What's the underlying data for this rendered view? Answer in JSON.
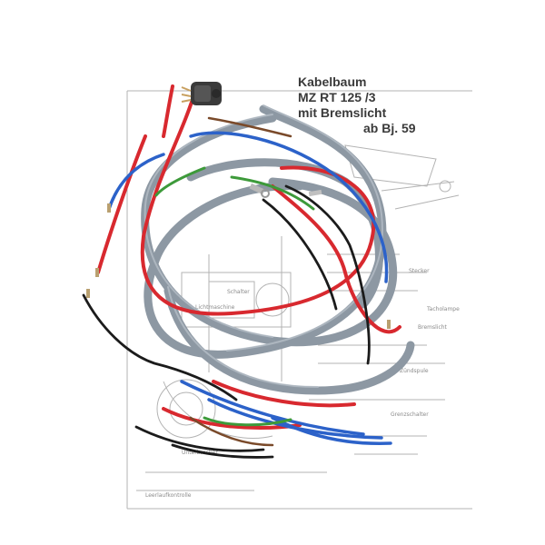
{
  "caption": {
    "line1": "Kabelbaum",
    "line2": "MZ RT 125    /3",
    "line3": "mit Bremslicht",
    "line4": "ab Bj. 59"
  },
  "wire_colors": {
    "grey": "#8d98a3",
    "red": "#d8292f",
    "blue": "#2c62c9",
    "green": "#3d9a3a",
    "black": "#1b1b1b",
    "brown": "#7a4a2a"
  },
  "icons": [
    "wiring-harness",
    "connector-plug",
    "ring-terminal",
    "schematic-drawing"
  ]
}
